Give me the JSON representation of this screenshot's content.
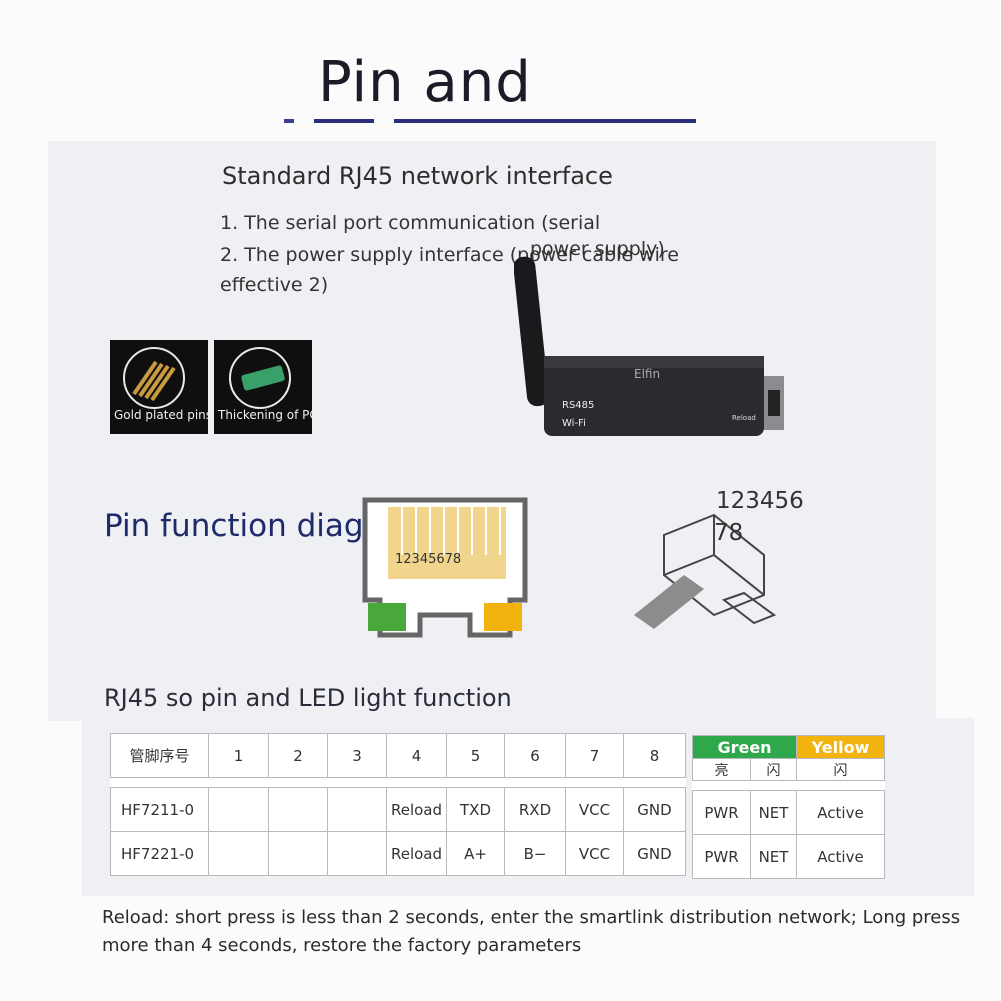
{
  "title": "Pin and",
  "subtitle": "Standard RJ45 network interface",
  "lines": {
    "l1": "1. The serial port communication (serial",
    "l2": "2. The power supply interface (power cable wire",
    "l2_overlay": "power supply)",
    "l3": "effective 2)"
  },
  "thumbs": {
    "gold": "Gold plated pins",
    "thick": "Thickening of PCB"
  },
  "device": {
    "brand": "Elfin",
    "label1": "RS485",
    "label2": "Wi-Fi",
    "side": "Reload"
  },
  "pin_title": "Pin function diagram",
  "jack_label": "12345678",
  "plug_numbers": {
    "a": "123456",
    "b": "78"
  },
  "rj_title": "RJ45 so pin and LED light function",
  "table": {
    "header": [
      "管脚序号",
      "1",
      "2",
      "3",
      "4",
      "5",
      "6",
      "7",
      "8"
    ],
    "rows": [
      [
        "HF7211-0",
        "",
        "",
        "",
        "Reload",
        "TXD",
        "RXD",
        "VCC",
        "GND"
      ],
      [
        "HF7221-0",
        "",
        "",
        "",
        "Reload",
        "A+",
        "B−",
        "VCC",
        "GND"
      ]
    ]
  },
  "led": {
    "green": "Green",
    "yellow": "Yellow",
    "sub": [
      "亮",
      "闪",
      "闪"
    ],
    "rows": [
      [
        "PWR",
        "NET",
        "Active"
      ],
      [
        "PWR",
        "NET",
        "Active"
      ]
    ],
    "colors": {
      "green": "#2ea84a",
      "yellow": "#f2b30f"
    }
  },
  "notes": {
    "n1": "Reload: short press is less than 2 seconds, enter the smartlink distribution network; Long press",
    "n2": "more than 4 seconds, restore the factory parameters"
  }
}
